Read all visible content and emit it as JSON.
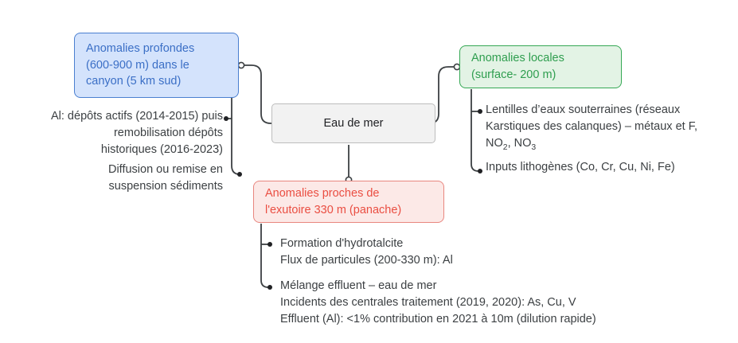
{
  "diagram": {
    "type": "mind-map",
    "title": "Eau de mer",
    "colors": {
      "deep_fill": "#d4e3fc",
      "deep_border": "#4a7fd0",
      "deep_text": "#3b6fc6",
      "local_fill": "#e3f3e5",
      "local_border": "#35a854",
      "local_text": "#2f9e4f",
      "center_fill": "#f2f2f2",
      "center_border": "#bdbdbd",
      "center_text": "#202124",
      "outfall_fill": "#fce9e7",
      "outfall_border": "#e8867f",
      "outfall_text": "#ea4e42",
      "connector": "#3c4043",
      "leaf_text": "#3c4043"
    }
  },
  "nodes": {
    "center": {
      "label": "Eau de mer"
    },
    "deep": {
      "label": "Anomalies profondes\n(600-900 m) dans le\ncanyon (5 km sud)",
      "leaves": [
        "Al: dépôts actifs (2014-2015) puis\nremobilisation dépôts\nhistoriques (2016-2023)",
        "Diffusion ou remise en\nsuspension sédiments"
      ]
    },
    "local": {
      "label": "Anomalies locales\n(surface- 200 m)",
      "leaves": [
        "Lentilles d’eaux souterraines (réseaux\nKarstiques des calanques) – métaux et F,",
        "Inputs lithogènes (Co, Cr, Cu, Ni, Fe)"
      ],
      "leaf_1_formula_line": "NO2, NO3"
    },
    "outfall": {
      "label": "Anomalies proches de\nl'exutoire 330 m (panache)",
      "leaves": [
        "Formation d'hydrotalcite\nFlux de particules (200-330 m): Al",
        "Mélange effluent – eau de mer\nIncidents des centrales traitement (2019, 2020): As, Cu, V\nEffluent (Al):  <1% contribution en 2021 à 10m (dilution rapide)"
      ]
    }
  }
}
